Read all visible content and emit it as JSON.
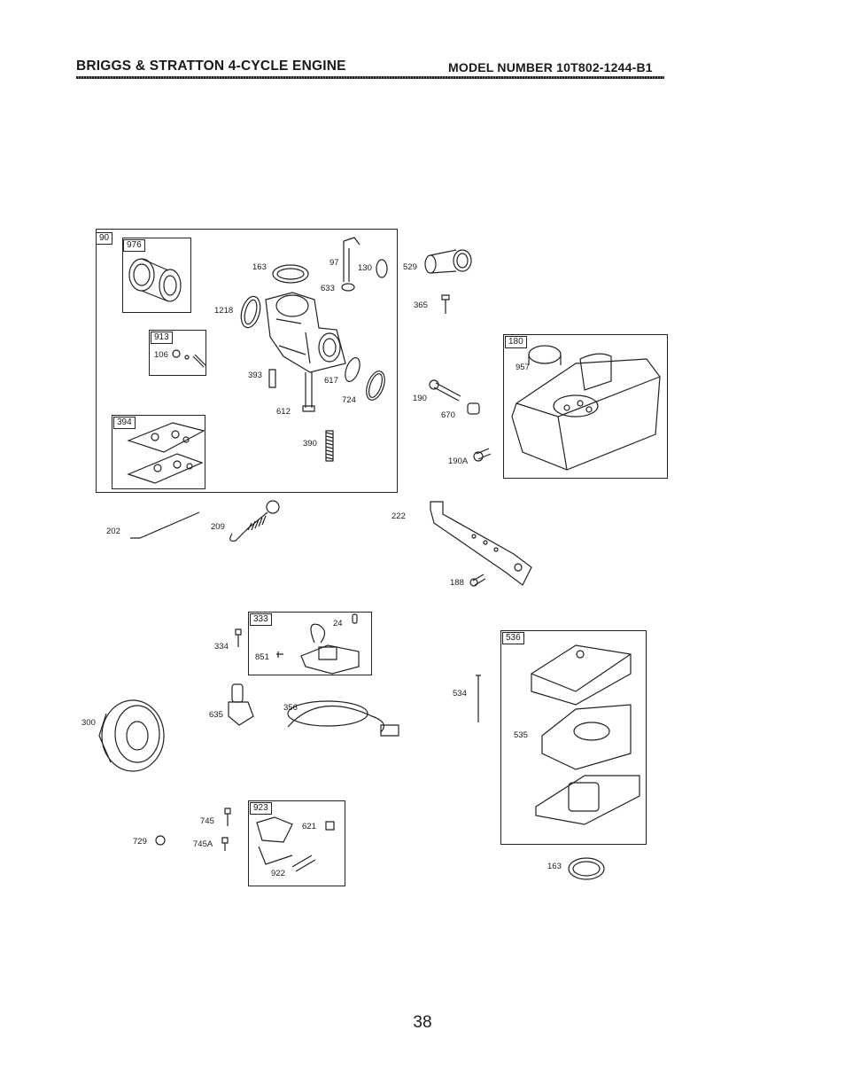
{
  "header": {
    "title": "BRIGGS & STRATTON 4-CYCLE ENGINE",
    "model": "MODEL NUMBER 10T802-1244-B1"
  },
  "kits": {
    "k90": "90",
    "k976": "976",
    "k913": "913",
    "k394": "394",
    "k180": "180",
    "k333": "333",
    "k536": "536",
    "k923": "923"
  },
  "parts": {
    "p163a": "163",
    "p97": "97",
    "p130": "130",
    "p633": "633",
    "p1218": "1218",
    "p106": "106",
    "p393": "393",
    "p617": "617",
    "p724": "724",
    "p612": "612",
    "p390": "390",
    "p529": "529",
    "p365": "365",
    "p957": "957",
    "p190": "190",
    "p670": "670",
    "p190a": "190A",
    "p202": "202",
    "p209": "209",
    "p222": "222",
    "p188": "188",
    "p24": "24",
    "p334": "334",
    "p851": "851",
    "p635": "635",
    "p356": "356",
    "p300": "300",
    "p534": "534",
    "p535": "535",
    "p745": "745",
    "p621": "621",
    "p729": "729",
    "p745a": "745A",
    "p922": "922",
    "p163b": "163"
  },
  "footer": {
    "page_number": "38"
  }
}
